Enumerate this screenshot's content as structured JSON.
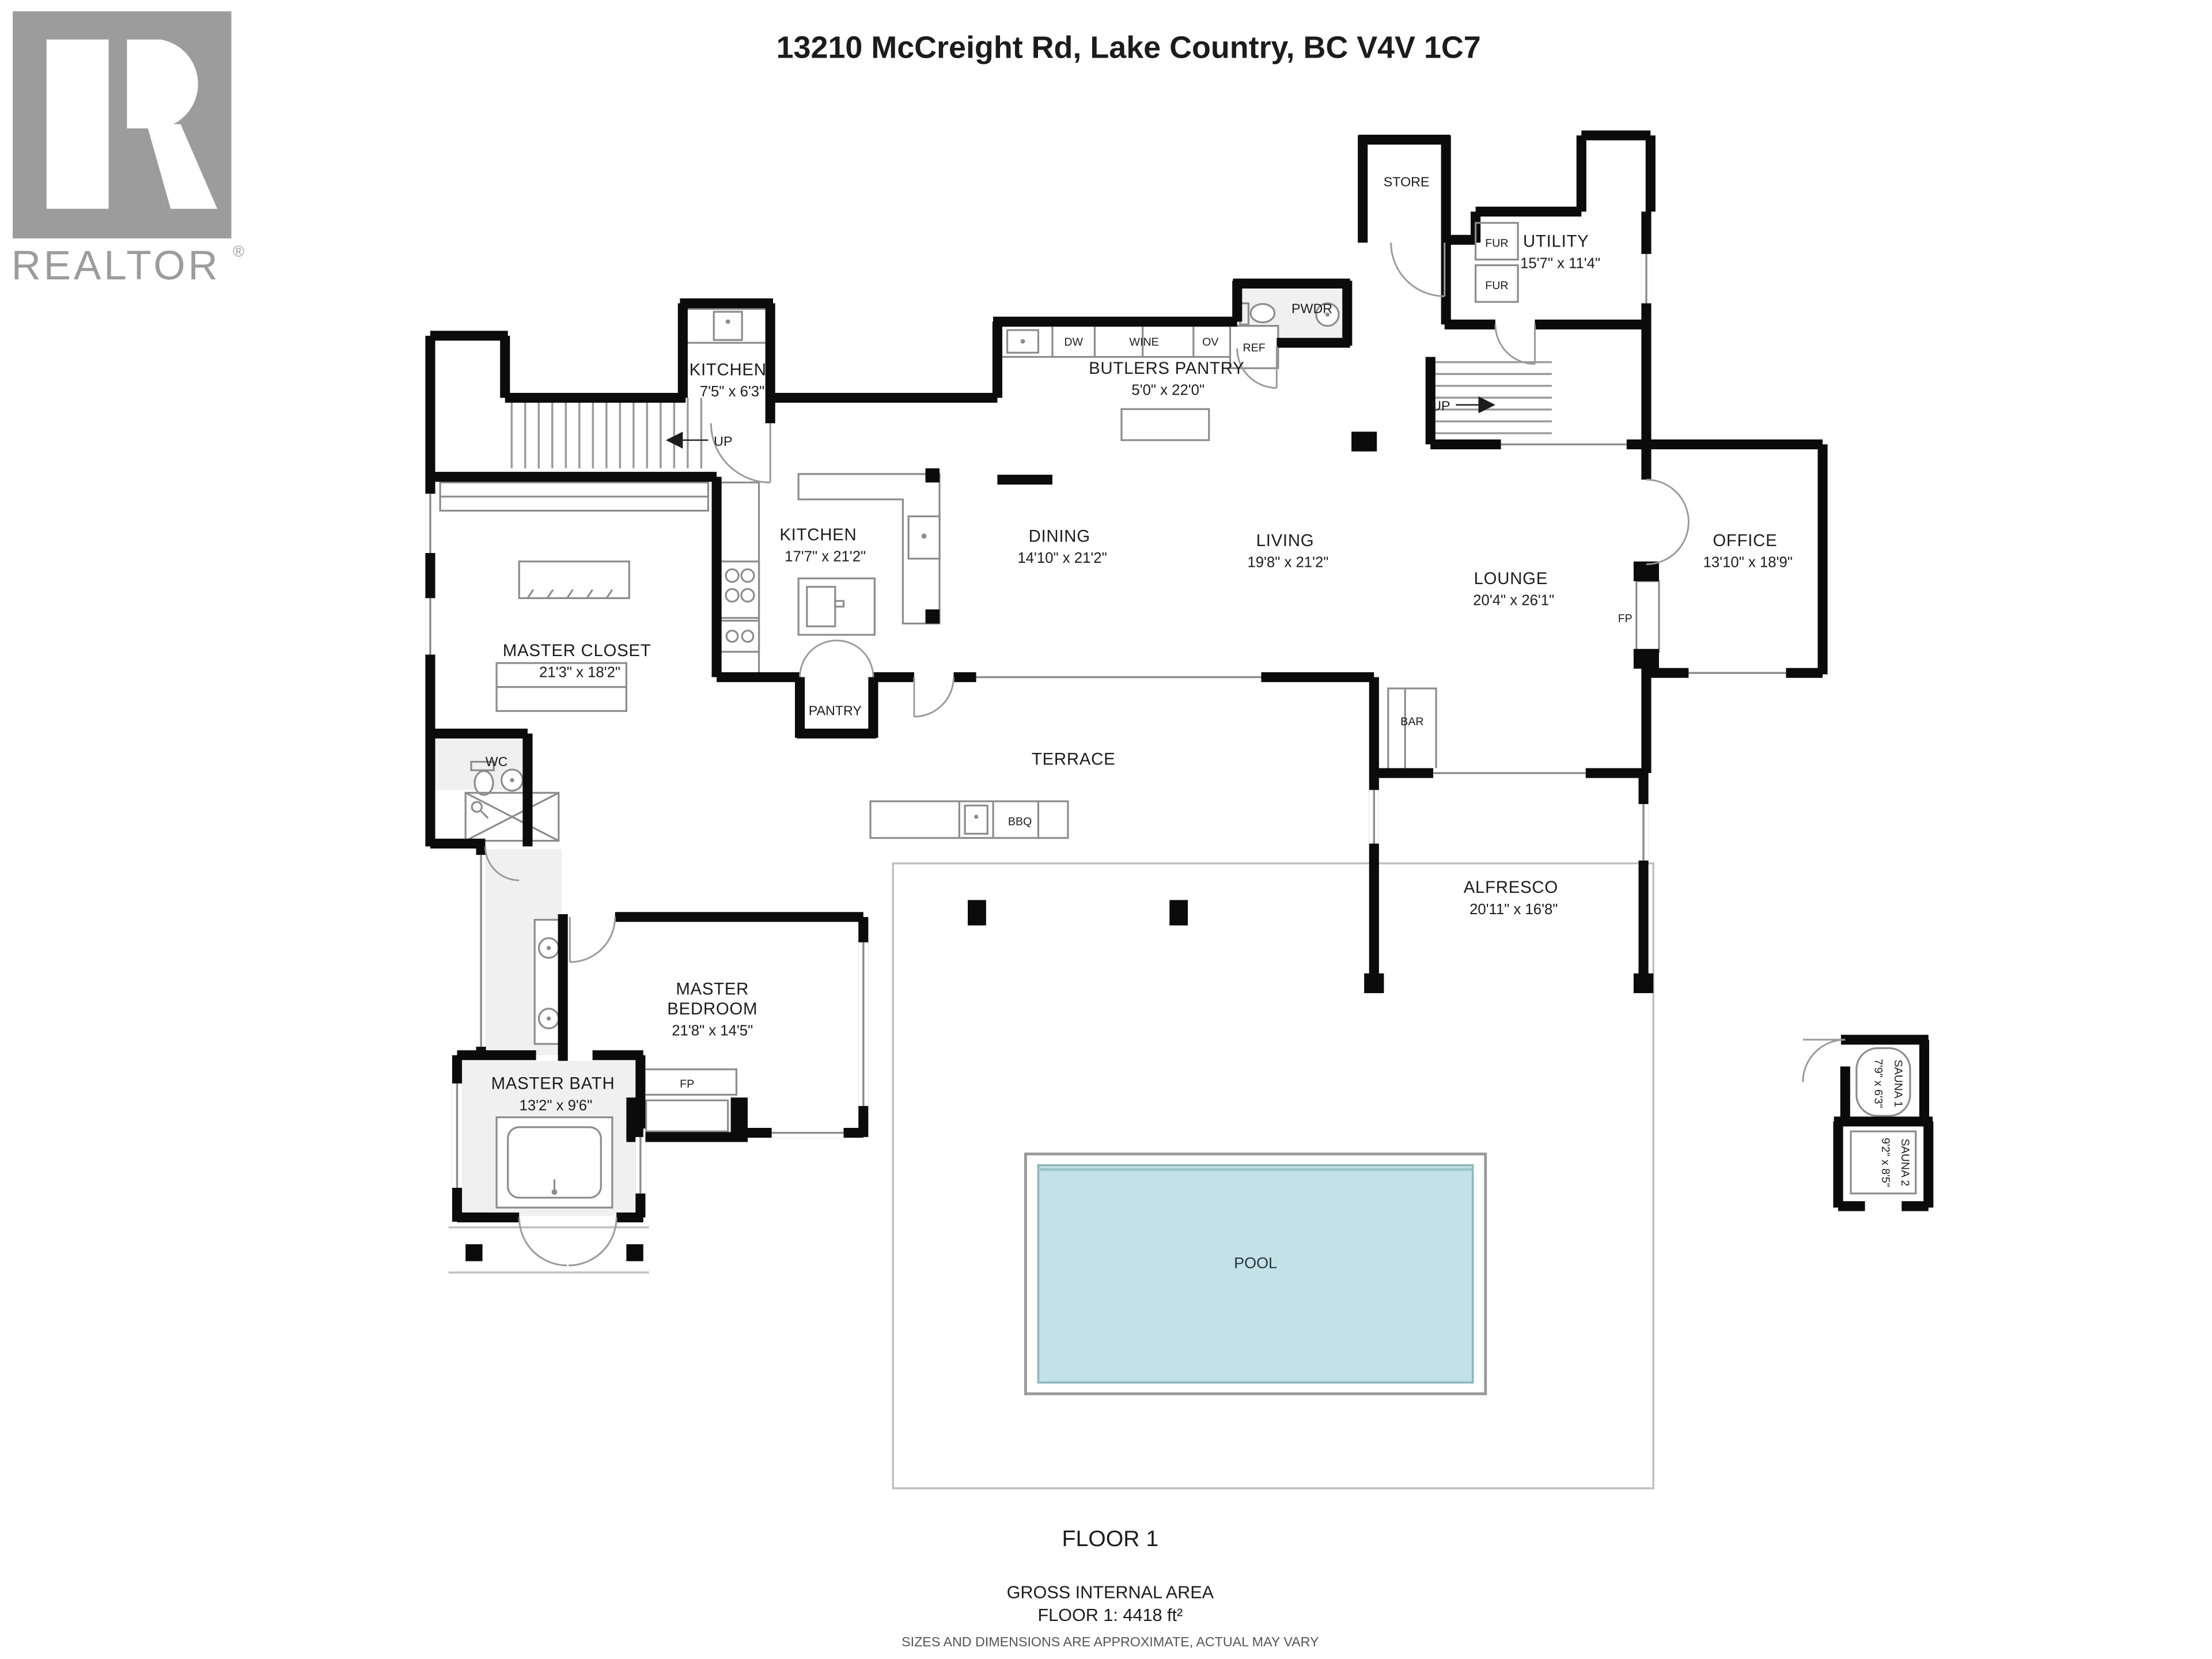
{
  "header": {
    "title": "13210 McCreight Rd, Lake Country, BC V4V 1C7"
  },
  "logo": {
    "letter": "R",
    "wordmark": "REALTOR",
    "registered": "®"
  },
  "rooms": {
    "kitchen_small": {
      "name": "KITCHEN",
      "dims": "7'5\" x 6'3\""
    },
    "butlers_pantry": {
      "name": "BUTLERS PANTRY",
      "dims": "5'0\" x 22'0\""
    },
    "store": {
      "name": "STORE"
    },
    "utility": {
      "name": "UTILITY",
      "dims": "15'7\" x 11'4\""
    },
    "pwdr": {
      "name": "PWDR"
    },
    "kitchen": {
      "name": "KITCHEN",
      "dims": "17'7\" x 21'2\""
    },
    "dining": {
      "name": "DINING",
      "dims": "14'10\" x 21'2\""
    },
    "living": {
      "name": "LIVING",
      "dims": "19'8\" x 21'2\""
    },
    "lounge": {
      "name": "LOUNGE",
      "dims": "20'4\" x 26'1\""
    },
    "office": {
      "name": "OFFICE",
      "dims": "13'10\" x 18'9\""
    },
    "master_closet": {
      "name": "MASTER CLOSET",
      "dims": "21'3\" x 18'2\""
    },
    "wc": {
      "name": "WC"
    },
    "pantry": {
      "name": "PANTRY"
    },
    "terrace": {
      "name": "TERRACE"
    },
    "alfresco": {
      "name": "ALFRESCO",
      "dims": "20'11\" x 16'8\""
    },
    "master_bedroom": {
      "name_line1": "MASTER",
      "name_line2": "BEDROOM",
      "dims": "21'8\" x 14'5\""
    },
    "master_bath": {
      "name": "MASTER BATH",
      "dims": "13'2\" x 9'6\""
    },
    "pool": {
      "name": "POOL"
    },
    "sauna1": {
      "name": "SAUNA 1",
      "dims": "7'9\" x 6'3\""
    },
    "sauna2": {
      "name": "SAUNA 2",
      "dims": "9'2\" x 8'5\""
    },
    "bar": {
      "name": "BAR"
    }
  },
  "fixtures": {
    "dw": "DW",
    "wine": "WINE",
    "ov": "OV",
    "ref": "REF",
    "fur_upper": "FUR",
    "fur_lower": "FUR",
    "bbq": "BBQ",
    "fp_office": "FP",
    "fp_bedroom": "FP",
    "up_left": "UP",
    "up_right": "UP"
  },
  "footer": {
    "floor_label": "FLOOR 1",
    "gross_area_title": "GROSS INTERNAL AREA",
    "gross_area_value": "FLOOR 1: 4418 ft²",
    "disclaimer": "SIZES AND DIMENSIONS ARE APPROXIMATE, ACTUAL MAY VARY"
  },
  "colors": {
    "pool_fill": "#c3e2e7",
    "wall": "#0b0b0b",
    "thin_line": "#8c8c8c",
    "logo_gray": "#9c9c9c"
  }
}
